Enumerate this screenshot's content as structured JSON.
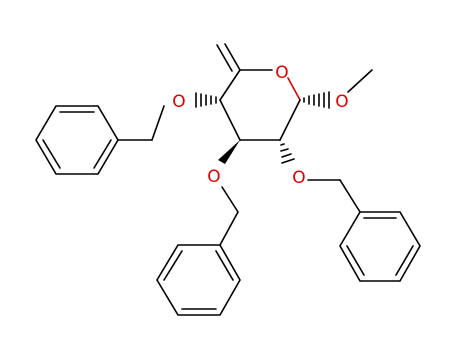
{
  "molecule": {
    "atom_labels": {
      "ring_oxygen": "O",
      "methoxy_oxygen": "O",
      "benzyloxy_oxygen_left": "O",
      "benzyloxy_oxygen_middle": "O",
      "benzyloxy_oxygen_right": "O"
    }
  },
  "colors": {
    "bond": "#000000",
    "oxygen": "#e00000",
    "background": "#ffffff"
  }
}
